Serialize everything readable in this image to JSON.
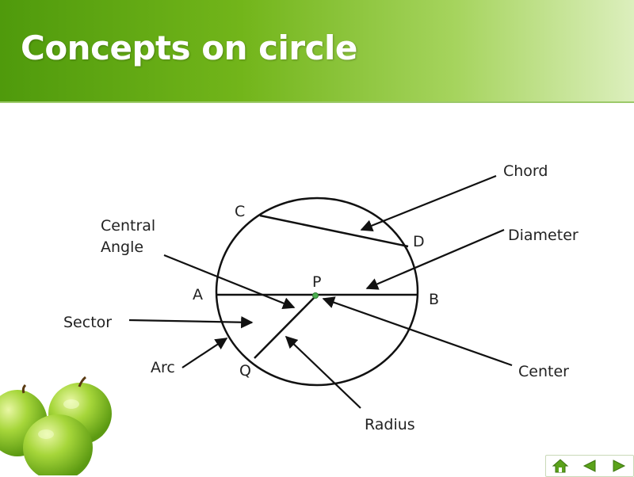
{
  "slide": {
    "title": "Concepts on circle"
  },
  "diagram": {
    "points": {
      "C": "C",
      "D": "D",
      "A": "A",
      "B": "B",
      "P": "P",
      "Q": "Q"
    },
    "labels": {
      "chord": "Chord",
      "diameter": "Diameter",
      "central_angle_line1": "Central",
      "central_angle_line2": "Angle",
      "sector": "Sector",
      "arc": "Arc",
      "center": "Center",
      "radius": "Radius"
    },
    "colors": {
      "line": "#111111",
      "center_dot": "#4caf50"
    }
  },
  "icons": {
    "decoration": "green-apples-image",
    "home": "home-icon",
    "back": "left-arrow-icon",
    "next": "right-arrow-icon"
  },
  "colors": {
    "header_start": "#4f9a0c",
    "header_end": "#dcefbd",
    "nav_green": "#5aa21a"
  }
}
